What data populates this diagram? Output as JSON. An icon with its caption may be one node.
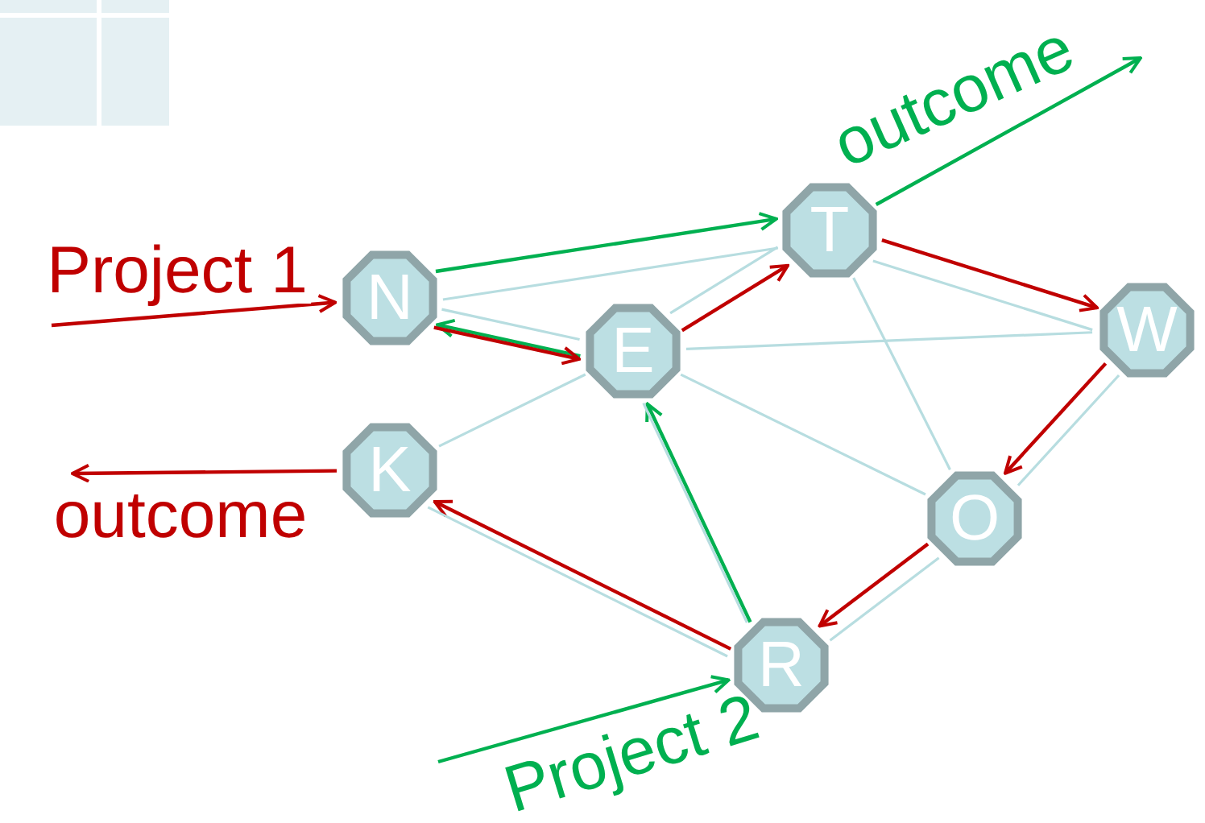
{
  "diagram": {
    "nodes": [
      {
        "text": [
          "T"
        ]
      },
      {
        "text": [
          "N"
        ]
      },
      {
        "text": [
          "E"
        ]
      },
      {
        "text": [
          "W"
        ]
      },
      {
        "text": [
          "K"
        ]
      },
      {
        "text": [
          "O"
        ]
      },
      {
        "text": [
          "R"
        ]
      }
    ],
    "edges": [
      {
        "from": null,
        "to": 1,
        "arrow": "to",
        "label": "Project 1",
        "color": "#c00000"
      },
      {
        "from": 1,
        "to": 0,
        "arrow": "to",
        "color": "#00b050"
      },
      {
        "from": 2,
        "to": 1,
        "arrow": "to",
        "color": "#00b050"
      },
      {
        "from": 1,
        "to": 2,
        "arrow": "to",
        "color": "#c00000"
      },
      {
        "from": 2,
        "to": 0,
        "arrow": "to",
        "color": "#c00000"
      },
      {
        "from": 0,
        "to": null,
        "arrow": "to",
        "label": "outcome",
        "color": "#00b050"
      },
      {
        "from": 0,
        "to": 3,
        "arrow": "to",
        "color": "#c00000"
      },
      {
        "from": 3,
        "to": 5,
        "arrow": "to",
        "color": "#c00000"
      },
      {
        "from": 5,
        "to": 6,
        "arrow": "to",
        "color": "#c00000"
      },
      {
        "from": 6,
        "to": 4,
        "arrow": "to",
        "color": "#c00000"
      },
      {
        "from": 4,
        "to": null,
        "arrow": "to",
        "label": "outcome",
        "color": "#c00000"
      },
      {
        "from": 6,
        "to": 2,
        "arrow": "to",
        "color": "#00b050"
      },
      {
        "from": null,
        "to": 6,
        "arrow": "to",
        "label": "Project 2",
        "color": "#00b050"
      },
      {
        "from": 1,
        "to": 0,
        "arrow": "none"
      },
      {
        "from": 1,
        "to": 2,
        "arrow": "none"
      },
      {
        "from": 2,
        "to": 0,
        "arrow": "none"
      },
      {
        "from": 0,
        "to": 3,
        "arrow": "none"
      },
      {
        "from": 0,
        "to": 5,
        "arrow": "none"
      },
      {
        "from": 2,
        "to": 3,
        "arrow": "none"
      },
      {
        "from": 2,
        "to": 4,
        "arrow": "none"
      },
      {
        "from": 2,
        "to": 5,
        "arrow": "none"
      },
      {
        "from": 2,
        "to": 6,
        "arrow": "none"
      },
      {
        "from": 3,
        "to": 5,
        "arrow": "none"
      },
      {
        "from": 5,
        "to": 6,
        "arrow": "none"
      },
      {
        "from": 4,
        "to": 6,
        "arrow": "none"
      }
    ]
  }
}
